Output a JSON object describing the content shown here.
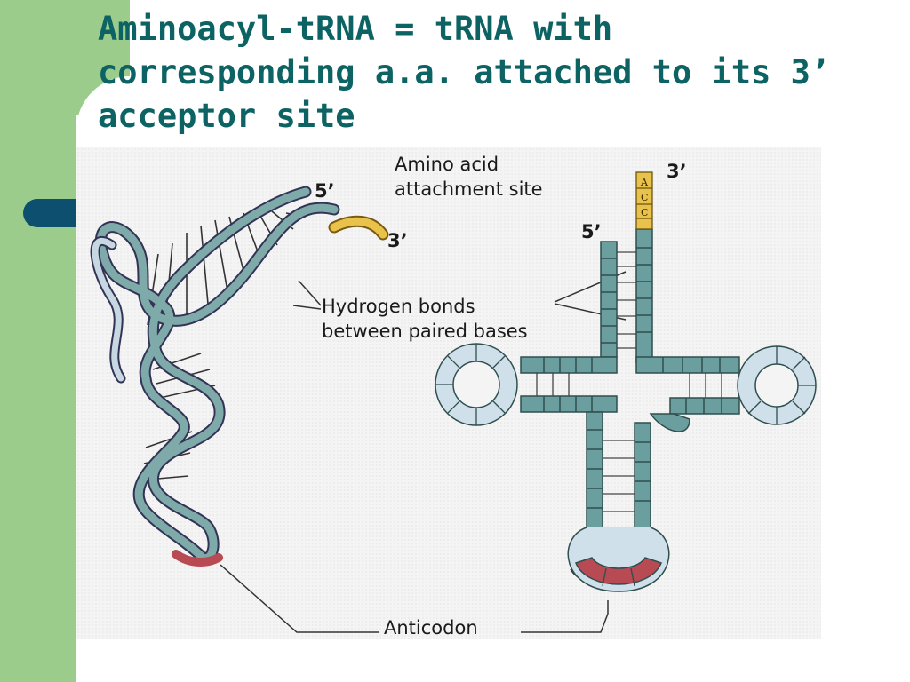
{
  "slide": {
    "title": "Aminoacyl-tRNA = tRNA with corresponding a.a. attached to its 3’ acceptor site"
  },
  "figure": {
    "label_amino_acid_line1": "Amino acid",
    "label_amino_acid_line2": "attachment site",
    "label_hbonds_line1": "Hydrogen bonds",
    "label_hbonds_line2": "between paired bases",
    "label_anticodon": "Anticodon",
    "label_5prime_3d": "5’",
    "label_3prime_3d": "3’",
    "label_5prime_clover": "5’",
    "label_3prime_clover": "3’",
    "acceptor_bases": [
      "A",
      "C",
      "C"
    ]
  },
  "colors": {
    "stem": "#6b9e9e",
    "loop": "#cfe0ea",
    "anticodon": "#b74a52",
    "acceptor": "#e8c24a",
    "background_band": "#9ccc8c",
    "title": "#0d6363"
  }
}
